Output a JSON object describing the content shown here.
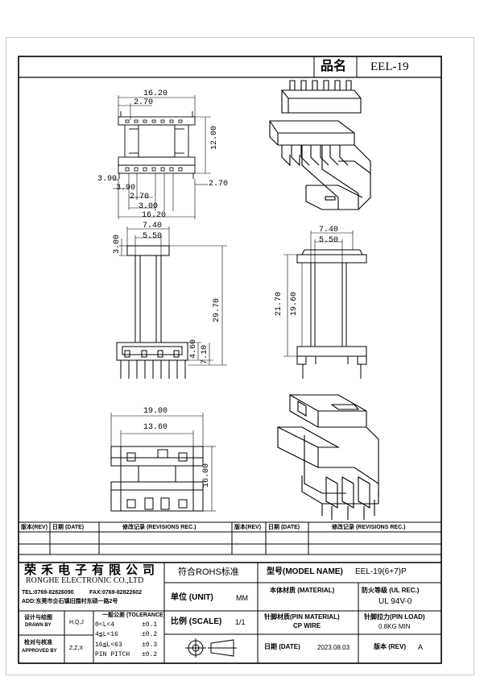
{
  "header": {
    "pin_label": "品名",
    "part_no": "EEL-19"
  },
  "dims": {
    "top_w": "16.20",
    "top_pitch": "2.70",
    "top_h": "12.00",
    "bot_left": "3.90",
    "bot_left2": "3.90",
    "bot_right": "2.70",
    "bot_pitch": "2.70",
    "bot_mid": "3.00",
    "bot_total": "16.20",
    "side_w": "7.40",
    "side_in": "5.50",
    "side_top": "3.00",
    "side_h": "29.70",
    "side_p1": "4.60",
    "side_p2": "7.10",
    "front_w": "7.40",
    "front_in": "5.50",
    "front_h1": "21.70",
    "front_h2": "19.60",
    "core_w": "19.00",
    "core_in": "13.60",
    "core_h": "16.00"
  },
  "rev_table": {
    "left": {
      "rev": "版本(REV)",
      "date": "日期 (DATE)",
      "rec": "修改记录 (REVISIONS REC.)"
    },
    "right": {
      "rev": "版本(REV)",
      "date": "日期 (DATE)",
      "rec": "修改记录 (REVISIONS REC.)"
    }
  },
  "company": {
    "name_cn": "荣禾电子有限公司",
    "name_en": "RONGHE ELECTRONIC CO.,LTD",
    "tel": "TEL:0769-82826090",
    "fax": "FAX:0769-82822602",
    "addr": "ADD:东莞市企石镇旧围村东硕一路2号"
  },
  "title_block": {
    "rohs": "符合ROHS标准",
    "model_label": "型号(MODEL NAME)",
    "model_value": "EEL-19(6+7)P",
    "unit_label": "单位 (UNIT)",
    "unit_value": "MM",
    "material_label": "本体材质 (MATERIAL)",
    "flame_label": "防火等级 (UL REC.)",
    "flame_value": "UL 94V-0",
    "scale_label": "比例 (SCALE)",
    "scale_value": "1/1",
    "pin_mat_label": "针脚材质(PIN MATERIAL)",
    "pin_mat_value": "CP WIRE",
    "pin_load_label": "针脚拉力(PIN LOAD)",
    "pin_load_value": "0.8KG MIN",
    "date_label": "日期 (DATE)",
    "date_value": "2023.08.03",
    "ver_label": "版本 (REV)",
    "ver_value": "A"
  },
  "signoff": {
    "drawn_label": "设计与绘图",
    "drawn_en": "DRAWN BY",
    "drawn_value": "H,Q,J",
    "approved_label": "检对与核准",
    "approved_en": "APPROVED BY",
    "approved_value": "Z,Z,X"
  },
  "tolerance": {
    "title": "一般公差 (TOLERANCE)",
    "rows": [
      {
        "range": "0<L<4",
        "val": "±0.1"
      },
      {
        "range": "4≦L<16",
        "val": "±0.2"
      },
      {
        "range": "16≦L<63",
        "val": "±0.3"
      },
      {
        "range": "PIN PITCH",
        "val": "±0.2"
      }
    ]
  }
}
